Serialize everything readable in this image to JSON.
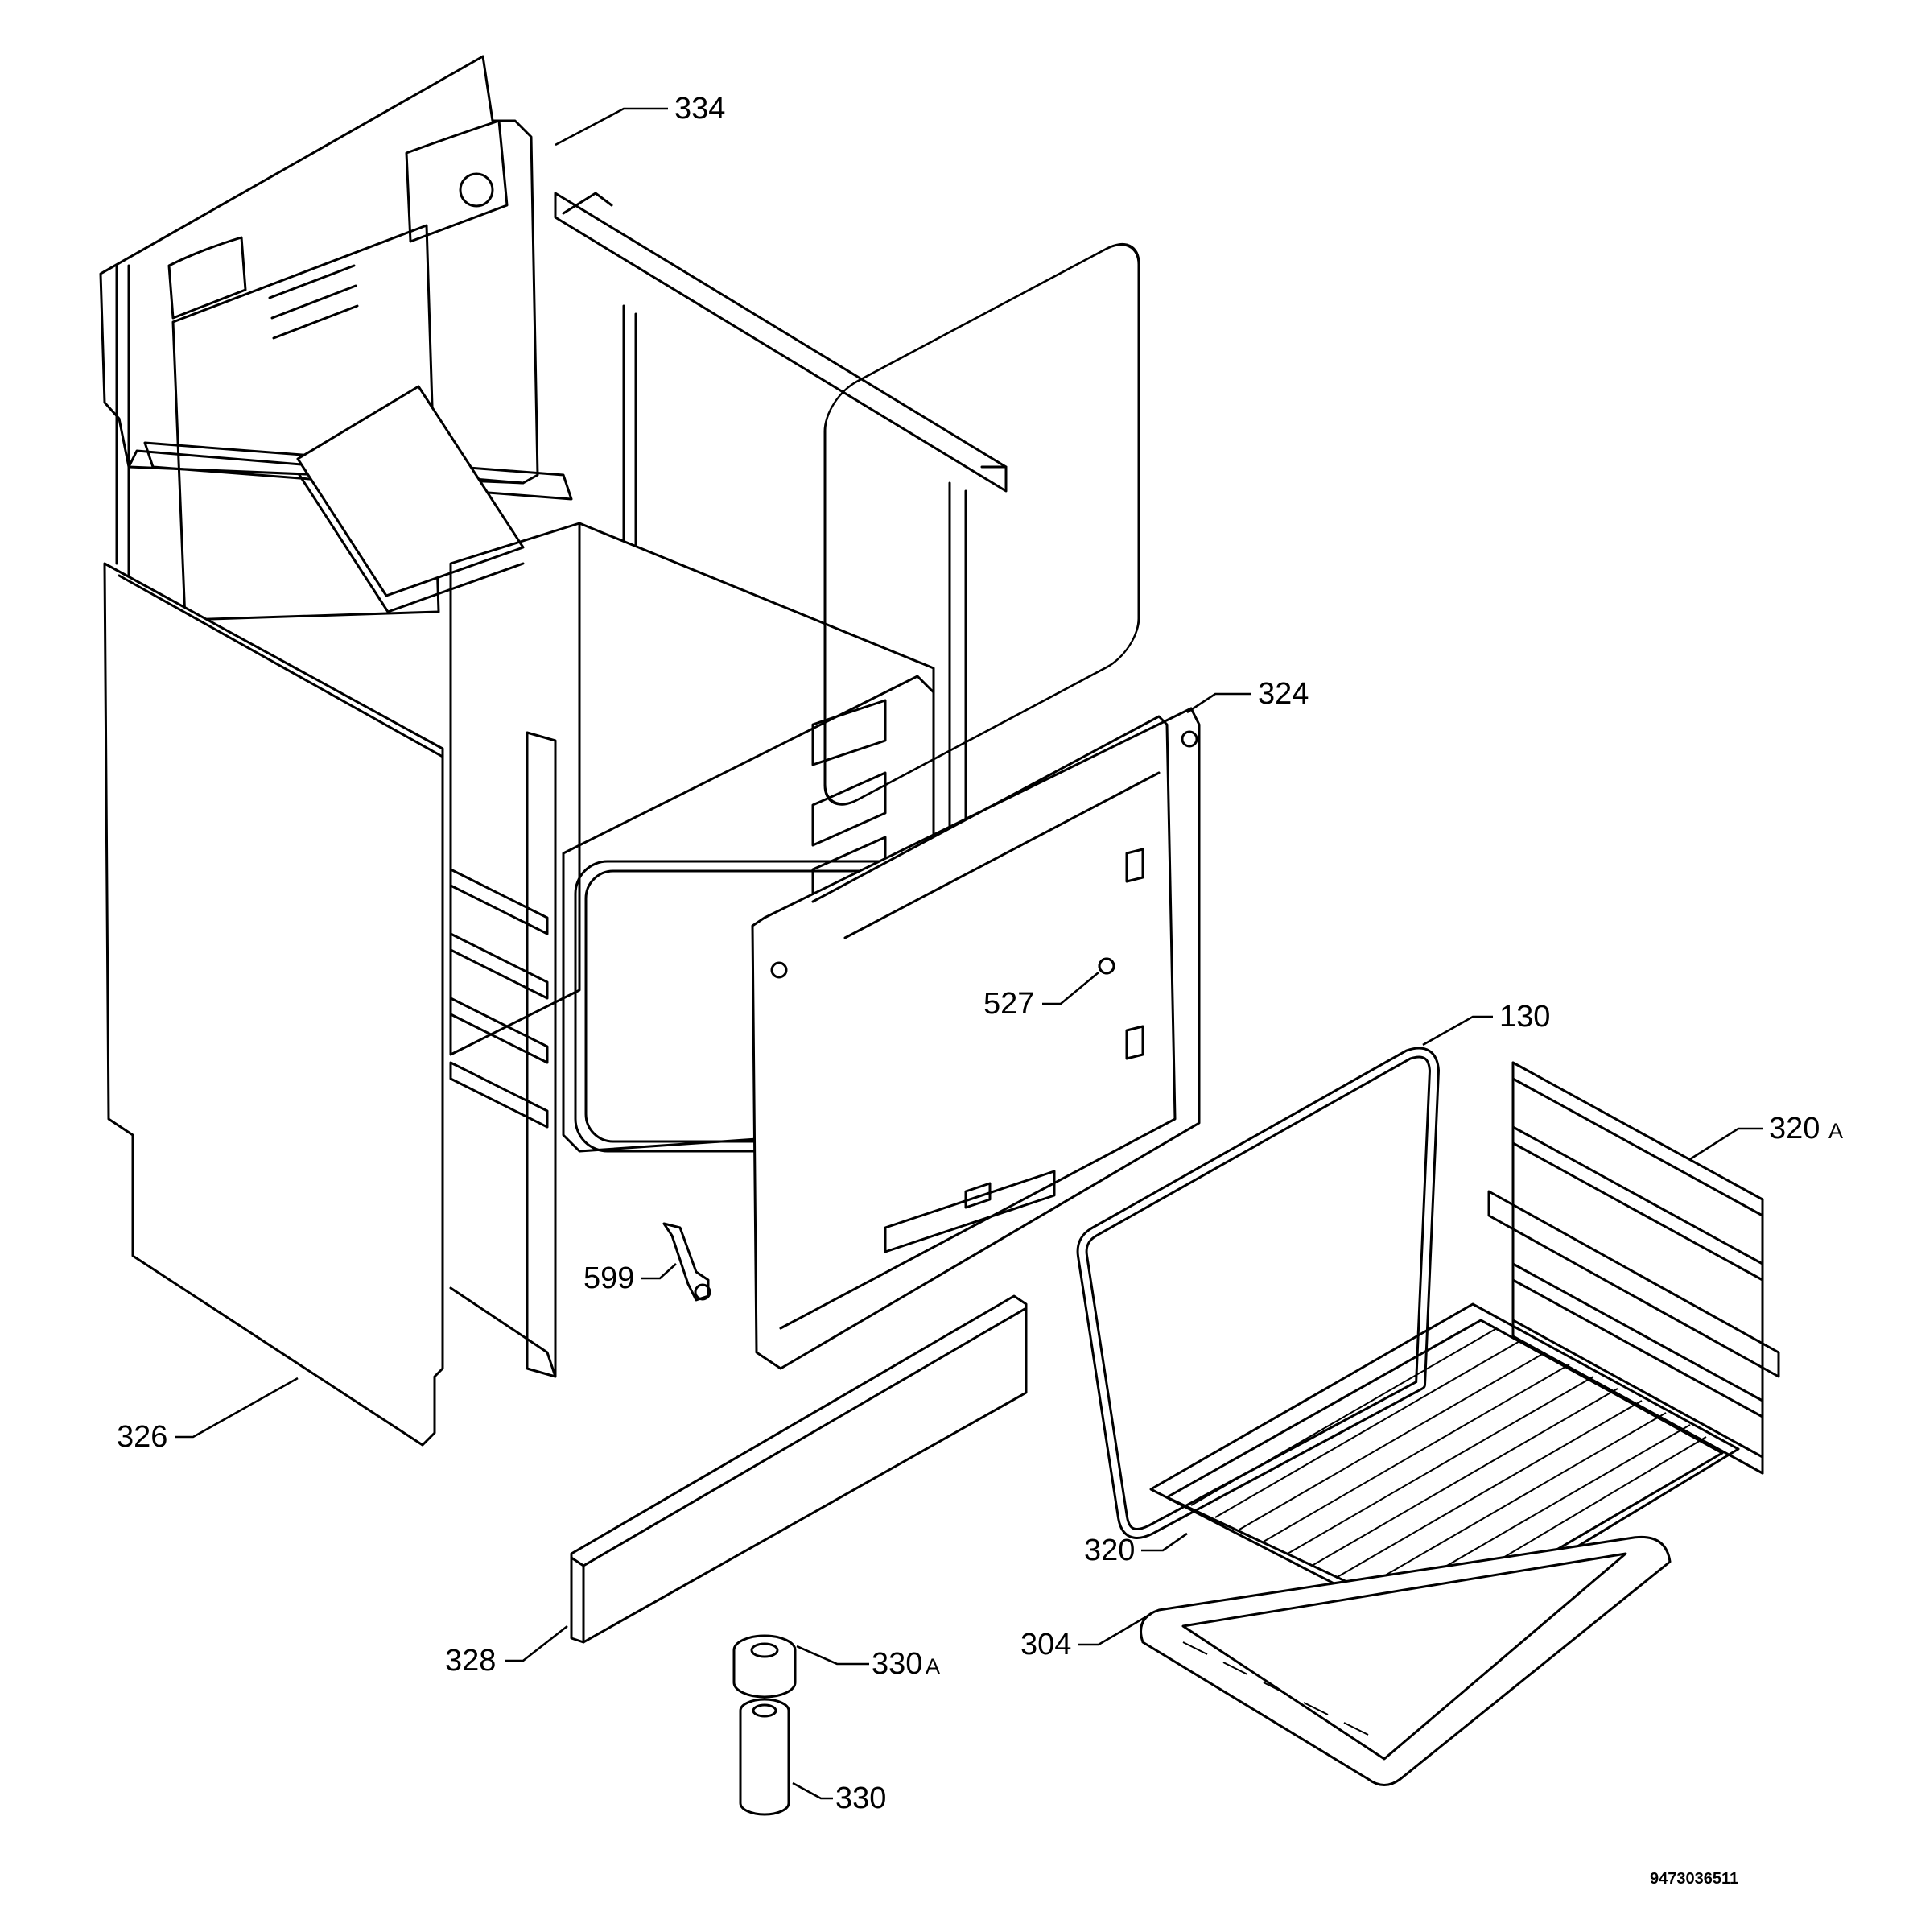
{
  "callouts": {
    "c334": "334",
    "c324": "324",
    "c527": "527",
    "c130": "130",
    "c320a": "320",
    "c320a_suffix": "A",
    "c599": "599",
    "c326": "326",
    "c320": "320",
    "c328": "328",
    "c304": "304",
    "c330a": "330",
    "c330a_suffix": "A",
    "c330": "330"
  },
  "document_number": "9473036511"
}
